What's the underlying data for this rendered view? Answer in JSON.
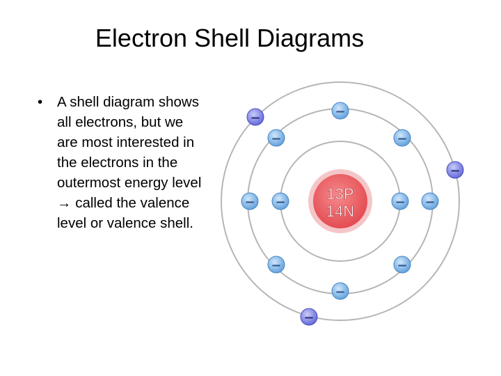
{
  "slide": {
    "title": "Electron Shell Diagrams"
  },
  "bullet": {
    "marker": "•",
    "arrow": "→",
    "lines": [
      "A shell diagram shows",
      "all electrons, but we",
      "are most interested in",
      "the electrons in the",
      "outermost energy level",
      "called the valence",
      "level or valence shell."
    ]
  },
  "atom": {
    "nucleus_protons": "13P",
    "nucleus_neutrons": "14N",
    "electron_symbol": "−",
    "shells": [
      {
        "electrons": 2
      },
      {
        "electrons": 8
      },
      {
        "electrons": 3
      }
    ],
    "colors": {
      "nucleus_fill": "#ee6f73",
      "nucleus_ring": "#f5c6c8",
      "inner_electron": "#7fb8e8",
      "valence_electron": "#7f87e6",
      "shell_stroke": "#b5b5b5"
    }
  }
}
